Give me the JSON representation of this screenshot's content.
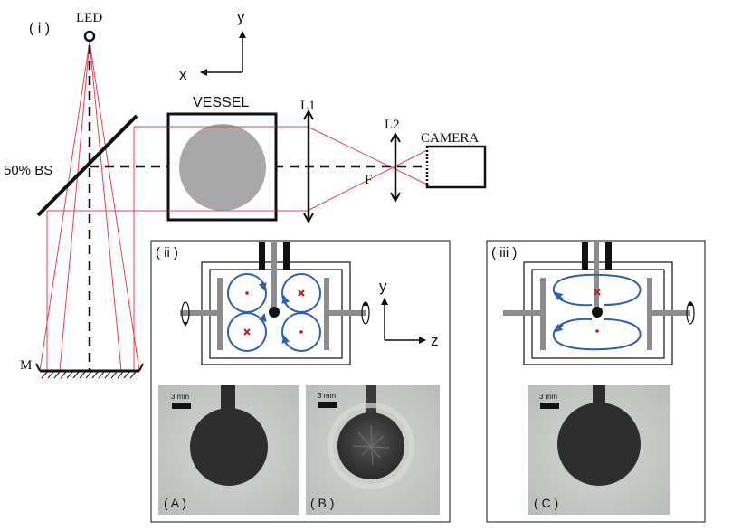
{
  "panel_i": {
    "label": "( i )",
    "led_label": "LED",
    "vessel_label": "VESSEL",
    "bs_label": "50% BS",
    "lens1_label": "L1",
    "lens2_label": "L2",
    "focus_label": "F",
    "camera_label": "CAMERA",
    "mirror_label": "M",
    "axis_x_label": "x",
    "axis_y_label": "y"
  },
  "panel_ii": {
    "label": "( ii )",
    "axis_y_label": "y",
    "axis_z_label": "z",
    "photo_a_label": "( A )",
    "photo_b_label": "( B )",
    "scale_a": "3 mm",
    "scale_b": "3 mm"
  },
  "panel_iii": {
    "label": "( iii )",
    "photo_c_label": "( C )",
    "scale_c": "3 mm"
  },
  "colors": {
    "ray": "#e0454f",
    "vortex": "#2f5fb0",
    "marker": "#c41a2a",
    "object": "#a8a8a8",
    "photo_bg": "#c9ccc8"
  }
}
